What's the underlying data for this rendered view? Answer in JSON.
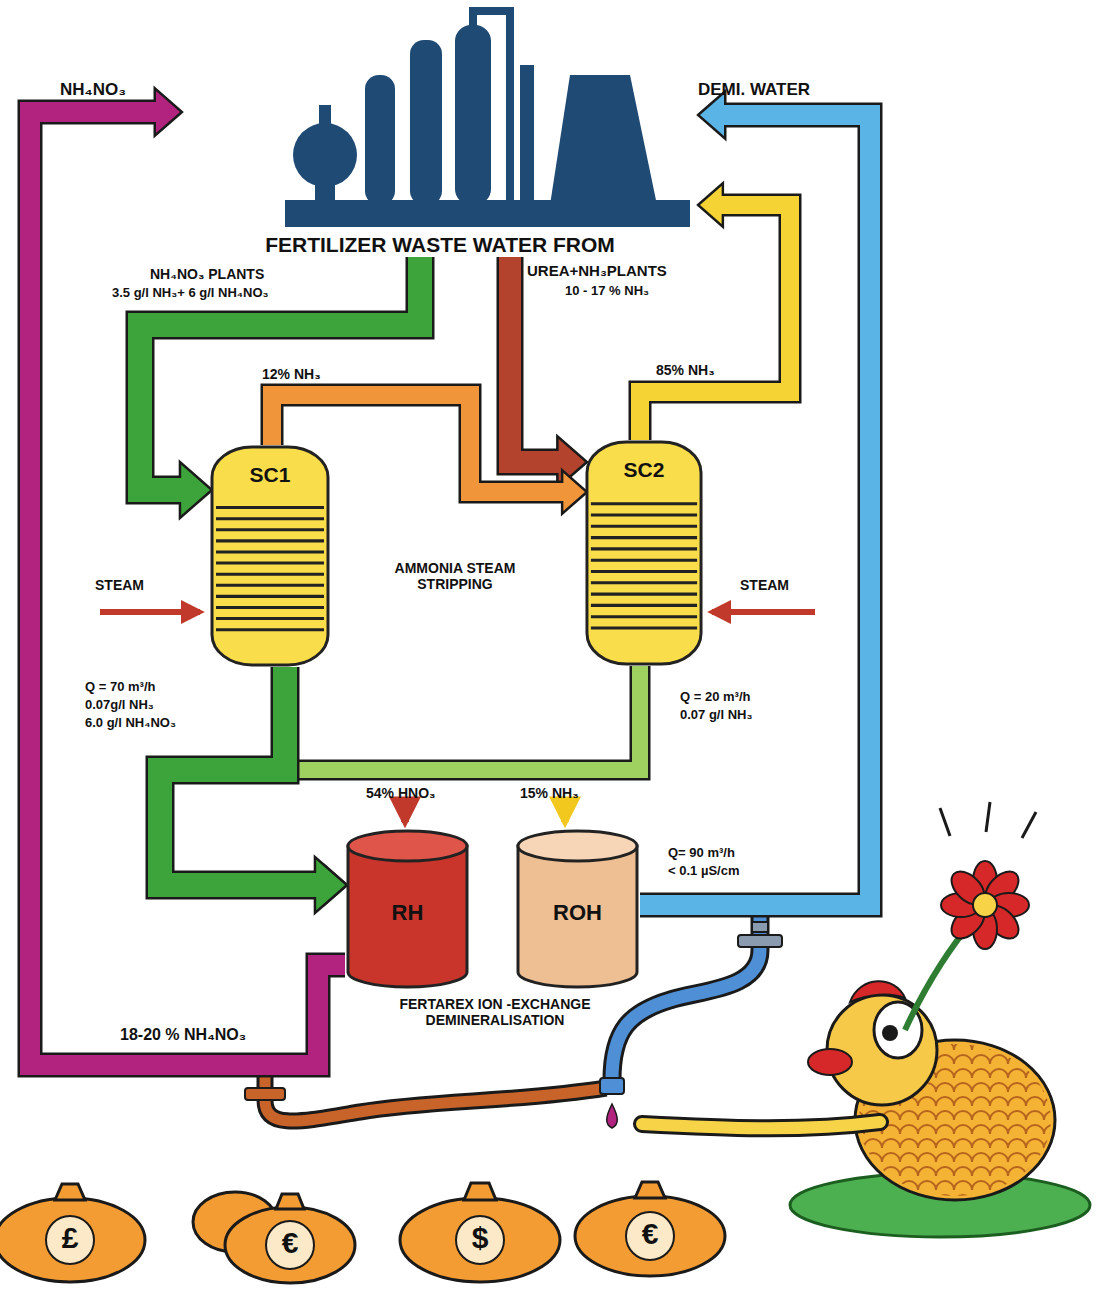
{
  "diagram": {
    "nodes": [
      {
        "text": [
          "FERTILIZER WASTE WATER FROM"
        ]
      },
      {
        "text": [
          "SC1"
        ]
      },
      {
        "text": [
          "SC2"
        ]
      },
      {
        "text": [
          "RH"
        ]
      },
      {
        "text": [
          "ROH"
        ]
      }
    ],
    "edges": [
      {
        "from": 0,
        "to": 1,
        "arrow": "to"
      },
      {
        "from": 0,
        "to": 2,
        "arrow": "to"
      },
      {
        "from": 1,
        "to": 2,
        "arrow": "to",
        "label": "12% NH₃"
      },
      {
        "from": 2,
        "to": 0,
        "arrow": "to",
        "label": "85% NH₃"
      },
      {
        "from": 2,
        "to": 3,
        "arrow": "to"
      },
      {
        "from": 1,
        "to": 3,
        "arrow": "to"
      },
      {
        "from": 4,
        "to": 0,
        "arrow": "to"
      },
      {
        "from": 3,
        "to": 0,
        "arrow": "to"
      }
    ],
    "labels": [
      "NH₄NO₃",
      "DEMI. WATER",
      "NH₄NO₃ PLANTS",
      "3.5 g/l NH₃+ 6 g/l NH₄NO₃",
      "UREA+NH₃PLANTS",
      "10 - 17 % NH₃",
      "STEAM",
      "AMMONIA STEAM STRIPPING",
      "STEAM",
      "Q = 70 m³/h",
      "0.07g/l NH₃",
      "6.0 g/l NH₄NO₃",
      "Q = 20 m³/h",
      "0.07 g/l NH₃",
      "54% HNO₃",
      "15% NH₃",
      "Q= 90 m³/h",
      "< 0.1 µS/cm",
      "FERTAREX ION -EXCHANGE DEMINERALISATION",
      "18-20 % NH₄NO₃",
      "£",
      "€",
      "$",
      "€"
    ]
  }
}
